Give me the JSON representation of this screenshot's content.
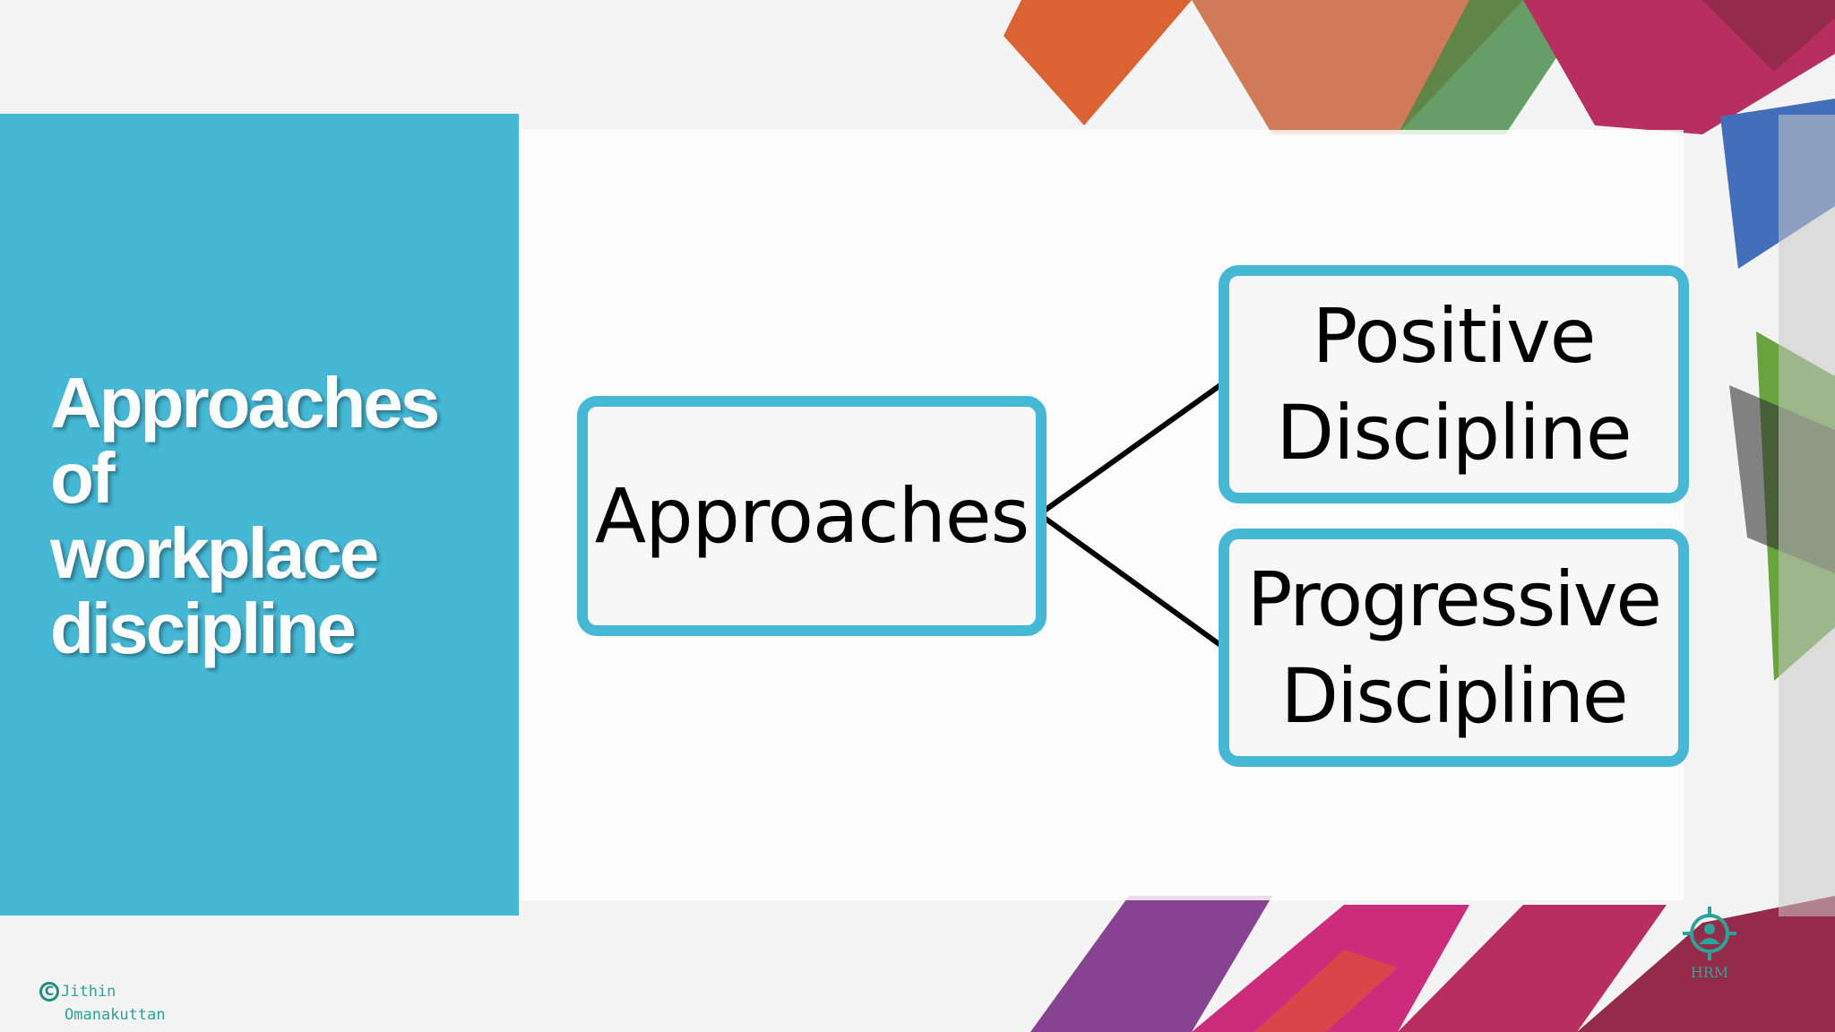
{
  "slide": {
    "title_lines": [
      "Approaches",
      "of",
      "workplace",
      "discipline"
    ],
    "accent_color": "#44b8d5"
  },
  "diagram": {
    "root": "Approaches",
    "positive_lines": [
      "Positive",
      "Discipline"
    ],
    "progressive_lines": [
      "Progressive",
      "Discipline"
    ]
  },
  "credit": {
    "symbol": "C",
    "line1": "Jithin",
    "line2": "Omanakuttan"
  },
  "logo": {
    "text": "HRM",
    "icon": "target-person-icon"
  }
}
